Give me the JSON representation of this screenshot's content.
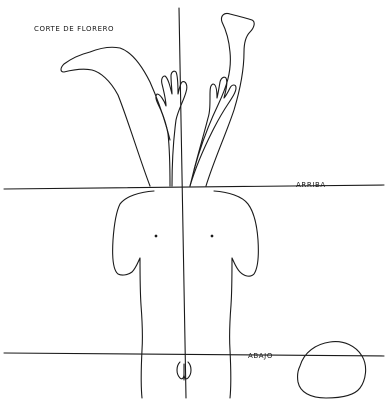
{
  "figure": {
    "title": "CORTE DE FLORERO",
    "label_top": "ARRIBA",
    "label_bottom": "ABAJO"
  },
  "colors": {
    "ink": "#1a1a1a",
    "paper": "#ffffff"
  }
}
